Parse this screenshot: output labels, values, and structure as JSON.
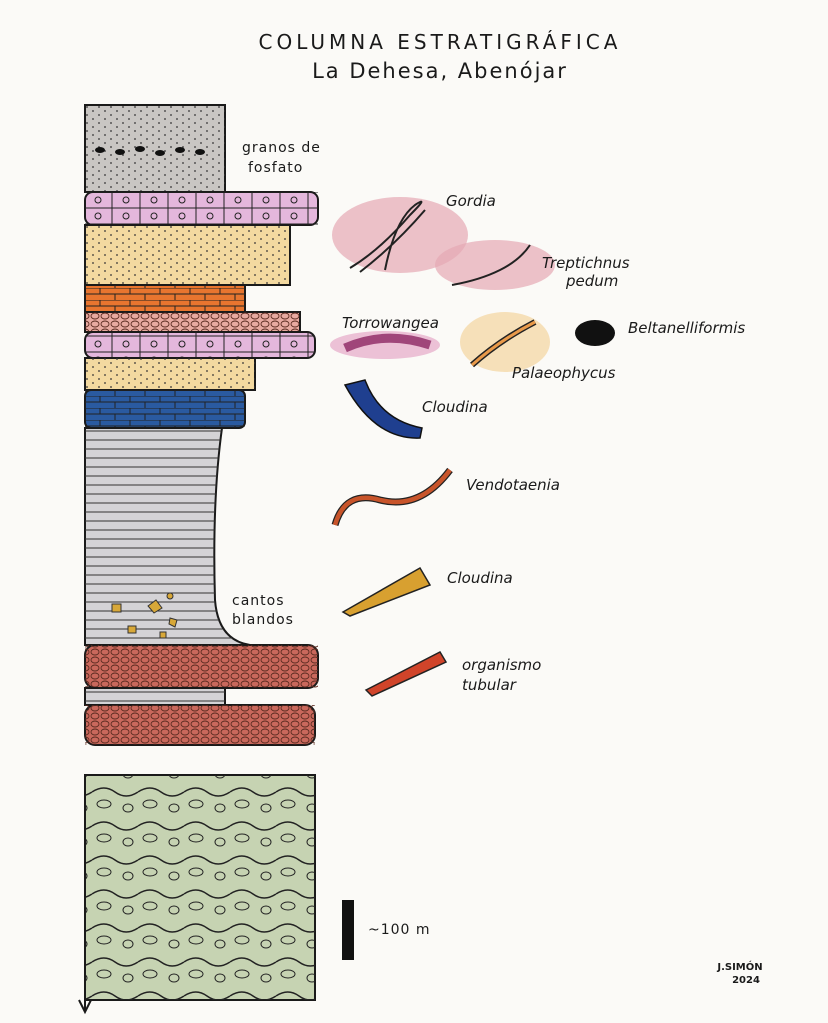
{
  "title": "COLUMNA ESTRATIGRÁFICA",
  "subtitle": "La Dehesa, Abenójar",
  "annotations": {
    "phosphate_line1": "granos de",
    "phosphate_line2": "fosfato",
    "soft_clasts_line1": "cantos",
    "soft_clasts_line2": "blandos"
  },
  "fossils": [
    {
      "name": "Gordia",
      "color": "#d98a9a"
    },
    {
      "name": "Treptichnus",
      "name2": "pedum",
      "color": "#d98a9a"
    },
    {
      "name": "Torrowangea",
      "color": "#a0467a"
    },
    {
      "name": "Palaeophycus",
      "color": "#f0c070"
    },
    {
      "name": "Beltanelliformis",
      "color": "#111111"
    },
    {
      "name": "Cloudina",
      "color": "#1f3f8f"
    },
    {
      "name": "Vendotaenia",
      "color": "#c8542a"
    },
    {
      "name": "Cloudina",
      "color": "#d8a030"
    },
    {
      "name": "organismo",
      "name2": "tubular",
      "color": "#d0442a"
    }
  ],
  "scale_label": "~100 m",
  "signature": {
    "name": "J.SIMÓN",
    "year": "2024"
  }
}
